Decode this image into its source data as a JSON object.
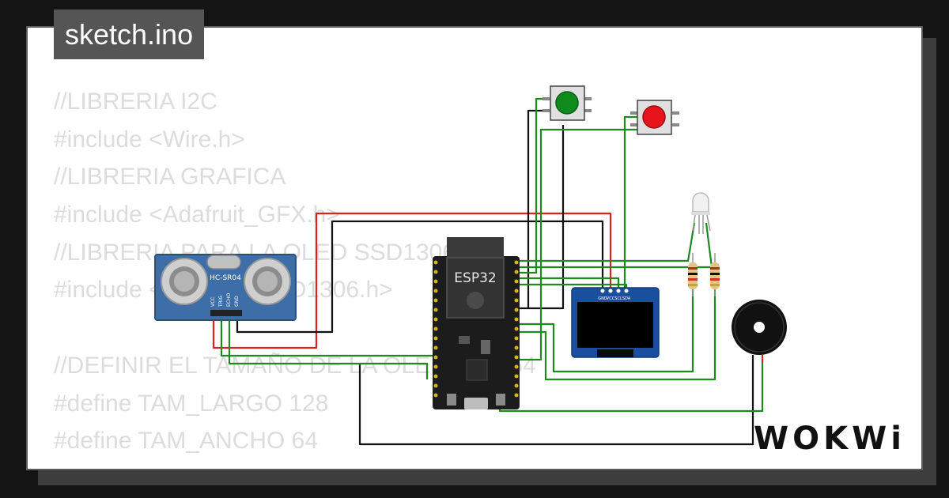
{
  "file_tab": {
    "label": "sketch.ino"
  },
  "code_lines": [
    "//LIBRERIA I2C",
    "#include <Wire.h>",
    "//LIBRERIA GRAFICA",
    "#include <Adafruit_GFX.h>",
    "//LIBRERIA PARA LA OLED SSD1306",
    "#include <Adafruit_SSD1306.h>",
    "",
    "//DEFINIR EL TAMAÑO DE LA OLED 128X64",
    "#define TAM_LARGO 128",
    "#define TAM_ANCHO 64"
  ],
  "components": {
    "ultrasonic": {
      "label": "HC-SR04",
      "pins": [
        "VCC",
        "TRIG",
        "ECHO",
        "GND"
      ]
    },
    "mcu": {
      "label": "ESP32"
    },
    "oled": {
      "pins": [
        "GND",
        "VCC",
        "SCL",
        "SDA"
      ]
    },
    "button_green": {
      "color": "#0f8a1d"
    },
    "button_red": {
      "color": "#e8141b"
    }
  },
  "colors": {
    "wire_red": "#e11f1f",
    "wire_green": "#1c8a1c",
    "wire_black": "#111111",
    "board": "#1c1c1c",
    "oled_blue": "#1a4fa0",
    "sensor_blue": "#3d6ea8"
  },
  "brand": {
    "label": "WOKWi"
  }
}
